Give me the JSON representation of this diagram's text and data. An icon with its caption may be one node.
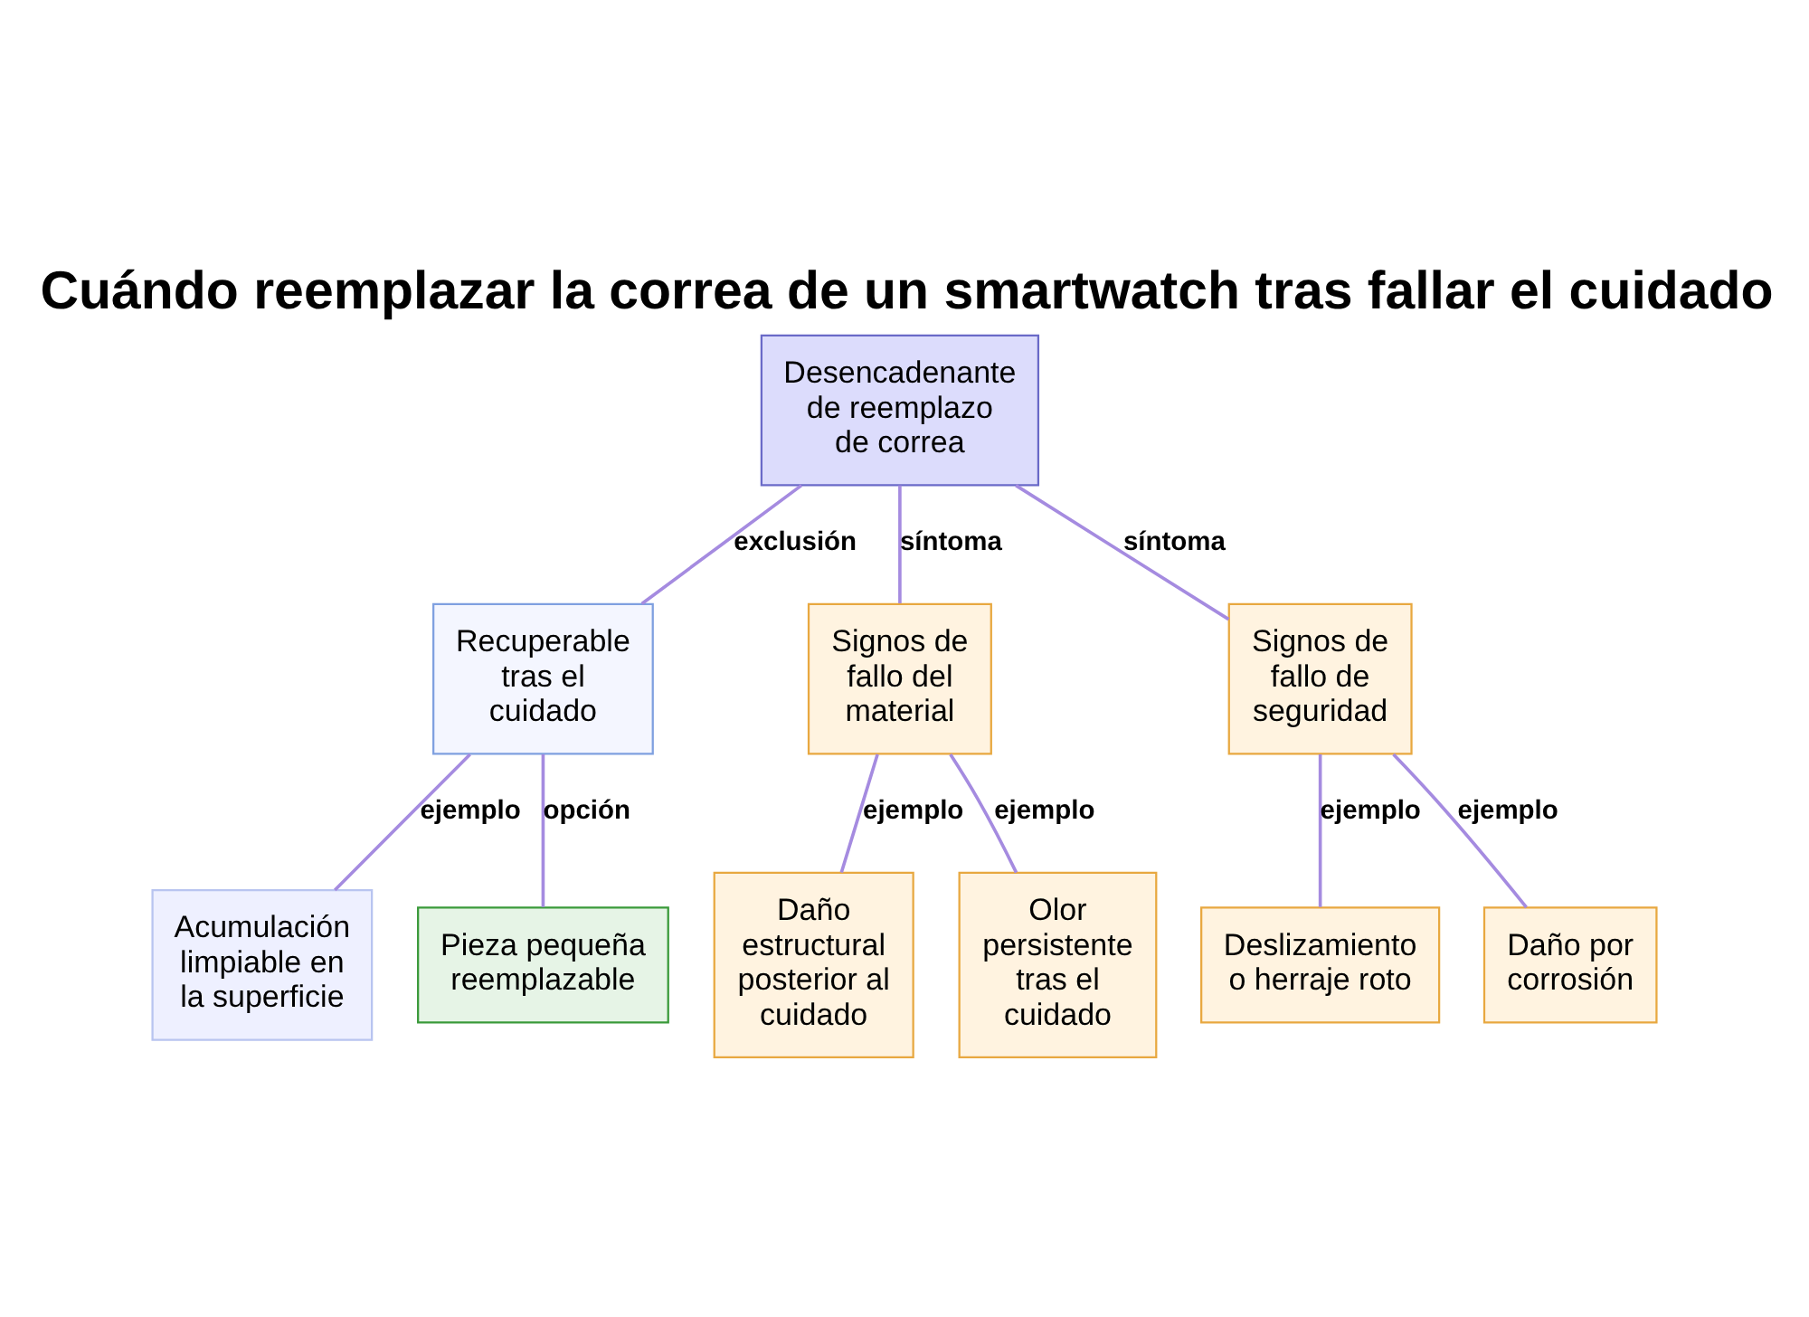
{
  "diagram": {
    "title": "Cuándo reemplazar la correa de un smartwatch tras fallar el cuidado",
    "nodes": [
      {
        "text": [
          "Desencadenante de reemplazo de correa"
        ]
      },
      {
        "text": [
          "Recuperable tras el cuidado"
        ]
      },
      {
        "text": [
          "Signos de fallo del material"
        ]
      },
      {
        "text": [
          "Signos de fallo de seguridad"
        ]
      },
      {
        "text": [
          "Acumulación limpiable en la superficie"
        ]
      },
      {
        "text": [
          "Pieza pequeña reemplazable"
        ]
      },
      {
        "text": [
          "Daño estructural posterior al cuidado"
        ]
      },
      {
        "text": [
          "Olor persistente tras el cuidado"
        ]
      },
      {
        "text": [
          "Deslizamiento o herraje roto"
        ]
      },
      {
        "text": [
          "Daño por corrosión"
        ]
      }
    ],
    "edges": [
      {
        "from": 0,
        "to": 1,
        "arrow": "none",
        "label": "exclusión"
      },
      {
        "from": 0,
        "to": 2,
        "arrow": "none",
        "label": "síntoma"
      },
      {
        "from": 0,
        "to": 3,
        "arrow": "none",
        "label": "síntoma"
      },
      {
        "from": 1,
        "to": 4,
        "arrow": "none",
        "label": "ejemplo"
      },
      {
        "from": 1,
        "to": 5,
        "arrow": "none",
        "label": "opción"
      },
      {
        "from": 2,
        "to": 6,
        "arrow": "none",
        "label": "ejemplo"
      },
      {
        "from": 2,
        "to": 7,
        "arrow": "none",
        "label": "ejemplo"
      },
      {
        "from": 3,
        "to": 8,
        "arrow": "none",
        "label": "ejemplo"
      },
      {
        "from": 3,
        "to": 9,
        "arrow": "none",
        "label": "ejemplo"
      }
    ]
  }
}
